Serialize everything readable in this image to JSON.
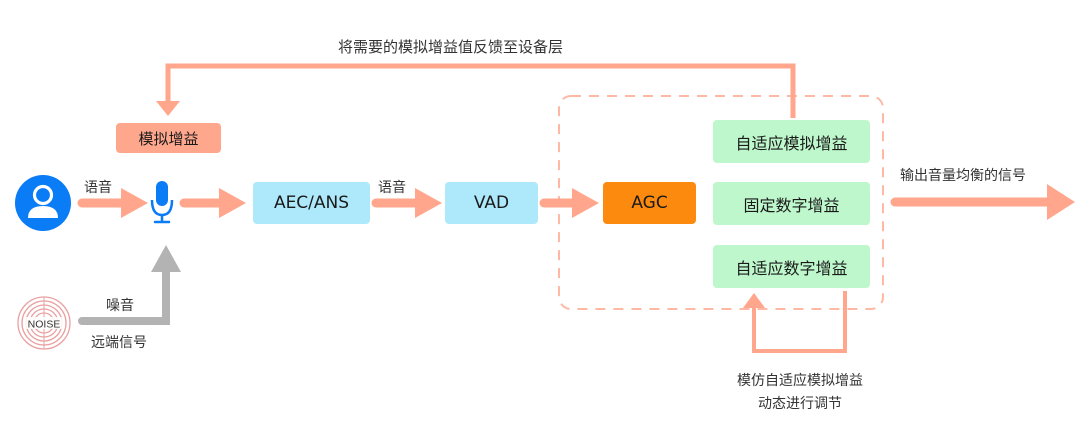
{
  "colors": {
    "arrow": "#ffa68c",
    "gray_arrow": "#b3b3b3",
    "user_icon": "#0a7cf5",
    "mic_icon": "#0a7cf5",
    "process_box": "#aee8fb",
    "agc_box": "#fb8a0e",
    "gain_box": "#bdf7cb",
    "analog_gain_box": "#ffa78d",
    "noise_rings": "#e88a8a"
  },
  "labels": {
    "feedback_top": "将需要的模拟增益值反馈至设备层",
    "speech_1": "语音",
    "speech_2": "语音",
    "noise": "噪音",
    "far_end": "远端信号",
    "output": "输出音量均衡的信号",
    "loop_line1": "模仿自适应模拟增益",
    "loop_line2": "动态进行调节"
  },
  "nodes": {
    "analog_gain": "模拟增益",
    "aec_ans": "AEC/ANS",
    "vad": "VAD",
    "agc": "AGC",
    "adaptive_analog_gain": "自适应模拟增益",
    "fixed_digital_gain": "固定数字增益",
    "adaptive_digital_gain": "自适应数字增益",
    "noise_icon_text": "NOISE"
  }
}
